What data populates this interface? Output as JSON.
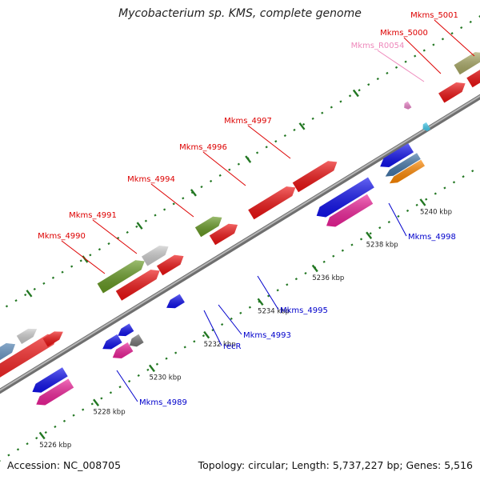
{
  "title": "Mycobacterium sp. KMS, complete genome",
  "footer": {
    "accession": "Accession: NC_008705",
    "topology": "Topology: circular; Length: 5,737,227 bp; Genes: 5,516"
  },
  "colors": {
    "forward_gene": "#ee1111",
    "reverse_gene": "#1111ee",
    "cds_pink": "#ee2299",
    "cds_green": "#669922",
    "cds_gray": "#cccccc",
    "cds_blue": "#4477aa",
    "cds_orange": "#ff8800",
    "cds_olive": "#aaaa66",
    "rna": "#ee88cc",
    "label_forward": "#dd0000",
    "label_reverse": "#0000cc",
    "label_rna": "#ee88bb",
    "backbone": "#999999",
    "tick": "#227722"
  },
  "axis": {
    "ticks": [
      {
        "label": "5226 kbp"
      },
      {
        "label": "5228 kbp"
      },
      {
        "label": "5230 kbp"
      },
      {
        "label": "5232 kbp"
      },
      {
        "label": "5234 kbp"
      },
      {
        "label": "5236 kbp"
      },
      {
        "label": "5238 kbp"
      },
      {
        "label": "5240 kbp"
      }
    ]
  },
  "genes": {
    "forward": [
      "Mkms_4990",
      "Mkms_4991",
      "Mkms_4994",
      "Mkms_4996",
      "Mkms_4997",
      "Mkms_5000",
      "Mkms_5001"
    ],
    "reverse": [
      "Mkms_4989",
      "recR",
      "Mkms_4993",
      "Mkms_4995",
      "Mkms_4998"
    ],
    "rna": [
      "Mkms_R0054"
    ]
  }
}
